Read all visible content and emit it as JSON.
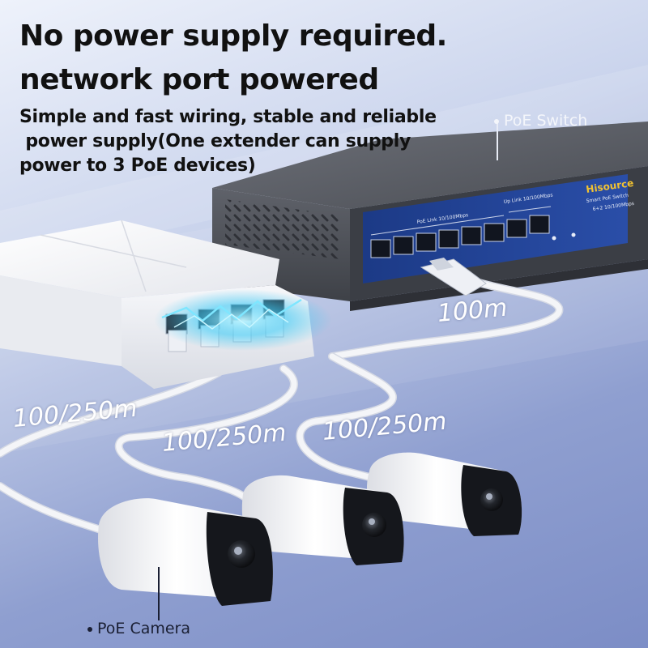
{
  "headline": {
    "line1": "No power supply required.",
    "line2": "network port powered"
  },
  "subtitle": {
    "line1": "Simple and fast wiring, stable and reliable",
    "line2": " power supply(One extender can supply",
    "line3": "power to 3 PoE devices)"
  },
  "callouts": {
    "switch": "PoE Switch",
    "camera": "PoE Camera"
  },
  "switch_panel": {
    "brand": "Hisource",
    "model": "Smart PoE Switch",
    "spec": "6+2 10/100Mbps",
    "poe_label": "PoE Link 10/100Mbps",
    "uplink_label": "Up Link 10/100Mbps"
  },
  "distances": {
    "uplink": "100m",
    "cam1": "100/250m",
    "cam2": "100/250m",
    "cam3": "100/250m"
  },
  "colors": {
    "switch_body": "#5c6068",
    "switch_panel": "#1f3e8c",
    "extender": "#f2f3f6",
    "cable": "#f4f5f8",
    "glow": "#5fd8ff"
  }
}
